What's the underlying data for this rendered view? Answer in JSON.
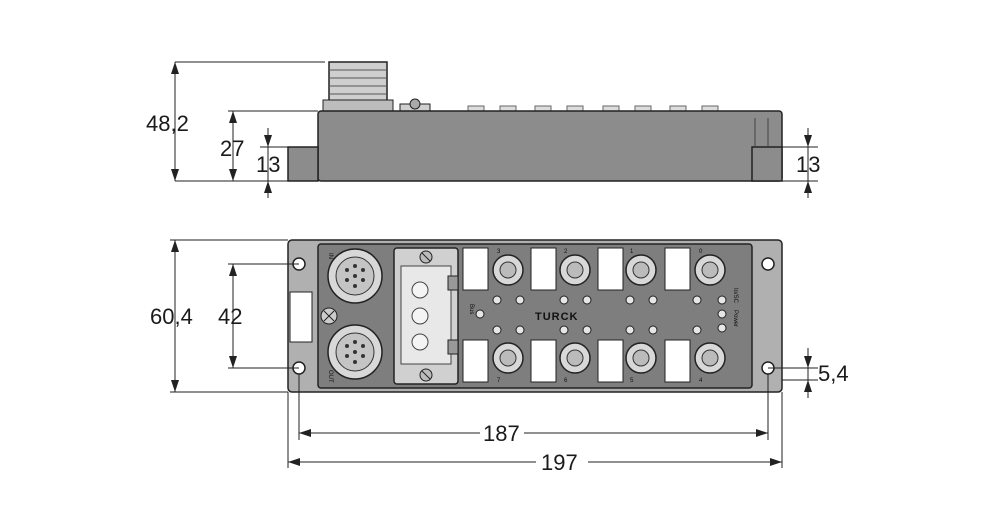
{
  "dimensions": {
    "side_total_height": "48,2",
    "side_body_height": "27",
    "side_base_height_left": "13",
    "side_base_height_right": "13",
    "front_total_height": "60,4",
    "front_hole_spacing": "42",
    "front_hole_offset": "5,4",
    "front_hole_distance": "187",
    "front_total_length": "197"
  },
  "labels": {
    "brand": "TURCK",
    "port_in": "IN",
    "port_out": "OUT",
    "bus": "Bus",
    "io_sc": "Io/SC",
    "power": "Power",
    "ports_top": [
      "3",
      "2",
      "1",
      "0"
    ],
    "ports_bottom": [
      "7",
      "6",
      "5",
      "4"
    ]
  }
}
